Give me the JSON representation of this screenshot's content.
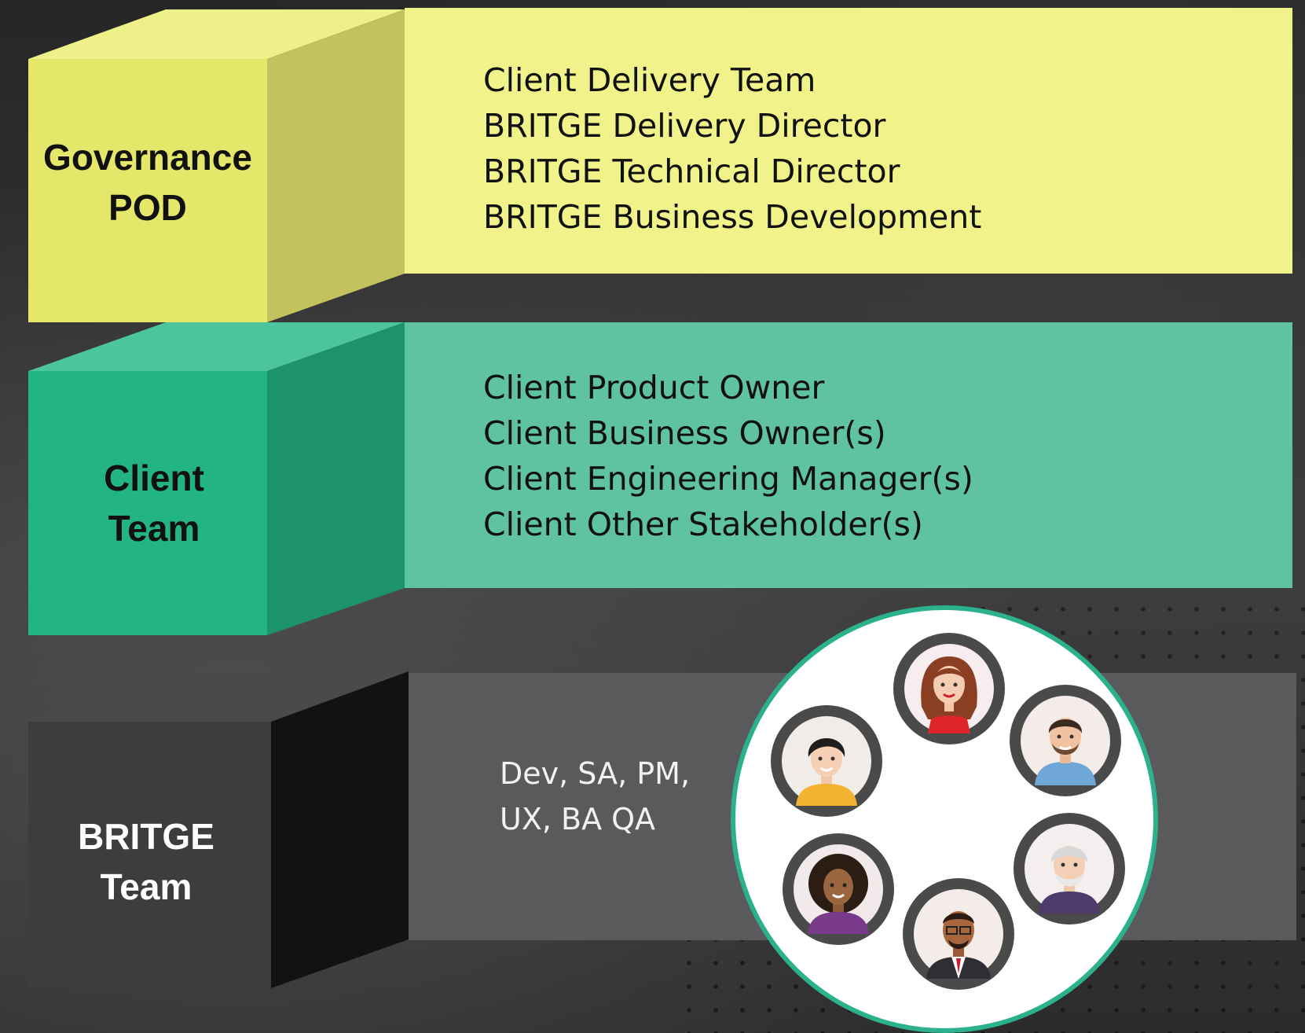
{
  "colors": {
    "governance_face": "#e4e76a",
    "governance_side": "#c4c25e",
    "governance_top": "#eef08a",
    "governance_panel": "#f1f28a",
    "client_face": "#22b483",
    "client_side": "#1d936c",
    "client_top": "#4cc49c",
    "client_panel": "#5fc2a0",
    "britge_face": "#3d3d3d",
    "britge_side": "#121212",
    "britge_top": "#4a4a4a",
    "britge_panel": "#5a5a5c",
    "circle_border": "#2bb18b"
  },
  "tiers": [
    {
      "label_lines": [
        "Governance",
        "POD"
      ],
      "roles": [
        "Client Delivery Team",
        "BRITGE Delivery Director",
        "BRITGE Technical Director",
        "BRITGE Business Development"
      ]
    },
    {
      "label_lines": [
        "Client",
        "Team"
      ],
      "roles": [
        "Client Product Owner",
        "Client Business Owner(s)",
        "Client Engineering Manager(s)",
        "Client Other Stakeholder(s)"
      ]
    },
    {
      "label_lines": [
        "BRITGE",
        "Team"
      ],
      "roles_lines": [
        "Dev, SA, PM,",
        "UX, BA QA"
      ]
    }
  ],
  "team_avatars": [
    {
      "icon": "woman-red-dress-avatar-icon"
    },
    {
      "icon": "man-blue-shirt-avatar-icon"
    },
    {
      "icon": "elderly-man-avatar-icon"
    },
    {
      "icon": "man-suit-glasses-avatar-icon"
    },
    {
      "icon": "woman-curly-hair-avatar-icon"
    },
    {
      "icon": "boy-yellow-shirt-avatar-icon"
    }
  ]
}
